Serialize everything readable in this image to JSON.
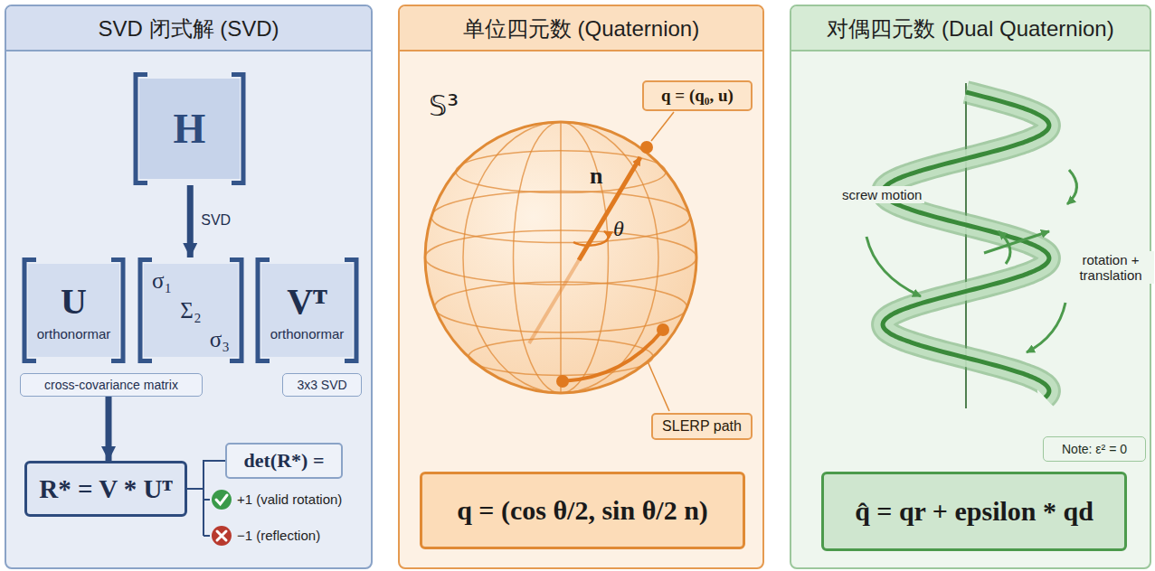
{
  "diagram": {
    "nodes": [
      {
        "text": [
          "SVD 闭式解 (SVD)"
        ]
      },
      {
        "text": [
          "H"
        ],
        "in": 0
      },
      {
        "text": [
          "U",
          "orthonormar"
        ],
        "in": 0
      },
      {
        "text": [
          "σ₁",
          "Σ₂",
          "σ₃"
        ],
        "in": 0
      },
      {
        "text": [
          "Vᵀ",
          "orthonormar"
        ],
        "in": 0
      },
      {
        "text": [
          "cross-covariance matrix"
        ],
        "in": 0
      },
      {
        "text": [
          "3x3 SVD"
        ],
        "in": 0
      },
      {
        "text": [
          "R* = V * Uᵀ"
        ],
        "in": 0
      },
      {
        "text": [
          "det(R*) ="
        ],
        "in": 0
      },
      {
        "text": [
          "单位四元数 (Quaternion)"
        ]
      },
      {
        "text": [
          "q = (q₀, u)"
        ],
        "in": 9
      },
      {
        "text": [
          "SLERP path"
        ],
        "in": 9
      },
      {
        "text": [
          "q = (cos θ/2, sin θ/2 n)"
        ],
        "in": 9
      },
      {
        "text": [
          "对偶四元数 (Dual Quaternion)"
        ]
      },
      {
        "text": [
          "Note: ε² = 0"
        ],
        "in": 13
      },
      {
        "text": [
          "q̂ = qr + epsilon * qd"
        ],
        "in": 13
      }
    ],
    "edges": [
      {
        "from": 1,
        "to": 3,
        "arrow": "to",
        "label": "SVD"
      },
      {
        "from": 5,
        "to": 7,
        "arrow": "to"
      },
      {
        "from": 7,
        "to": 8,
        "arrow": "none"
      }
    ],
    "labels": [
      "+1 (valid rotation)",
      "−1 (reflection)",
      "𝕊³",
      "n",
      "θ",
      "screw motion",
      "rotation + translation"
    ]
  }
}
